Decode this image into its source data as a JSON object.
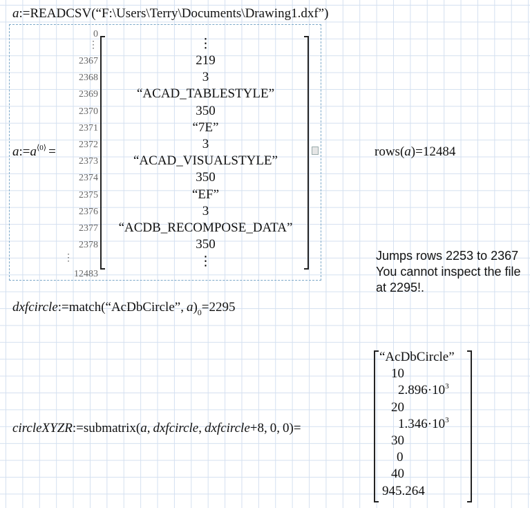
{
  "line1": {
    "var": "a",
    "assign": ":=",
    "func": "READCSV",
    "arg": "“F:\\Users\\Terry\\Documents\\Drawing1.dxf”"
  },
  "matrix_expr": {
    "lhs": "a",
    "assign": ":=",
    "rhs_var": "a",
    "sup": "⟨0⟩",
    "equals": "="
  },
  "matrix": {
    "top_index": "0",
    "top_index_dots": "⋮",
    "top_value": "⋮",
    "rows": [
      {
        "index": "2367",
        "value": "219"
      },
      {
        "index": "2368",
        "value": "3"
      },
      {
        "index": "2369",
        "value": "“ACAD_TABLESTYLE”"
      },
      {
        "index": "2370",
        "value": "350"
      },
      {
        "index": "2371",
        "value": "“7E”"
      },
      {
        "index": "2372",
        "value": "3"
      },
      {
        "index": "2373",
        "value": "“ACAD_VISUALSTYLE”"
      },
      {
        "index": "2374",
        "value": "350"
      },
      {
        "index": "2375",
        "value": "“EF”"
      },
      {
        "index": "2376",
        "value": "3"
      },
      {
        "index": "2377",
        "value": "“ACDB_RECOMPOSE_DATA”"
      },
      {
        "index": "2378",
        "value": "350"
      }
    ],
    "bottom_index_dots": "⋮",
    "bottom_value": "⋮",
    "last_index": "12483"
  },
  "rows_expr": {
    "func": "rows",
    "arg": "a",
    "equals": "=",
    "result": "12484"
  },
  "note": [
    "Jumps rows 2253 to 2367",
    "You cannot inspect the file",
    "at 2295!."
  ],
  "match_expr": {
    "lhs": "dxfcircle",
    "assign": ":=",
    "func": "match",
    "arg1": "“AcDbCircle”",
    "arg2": "a",
    "sub": "0",
    "equals": "=",
    "result": "2295"
  },
  "submatrix_expr": {
    "lhs": "circleXYZR",
    "assign": ":=",
    "func": "submatrix",
    "arg_a": "a",
    "arg_start": "dxfcircle",
    "arg_end_var": "dxfcircle",
    "arg_end_rest": "+8",
    "arg_rest": "0",
    "arg_rest2": "0",
    "equals": "="
  },
  "result_matrix": [
    {
      "mantissa": "“AcDbCircle”",
      "exp": ""
    },
    {
      "mantissa": "10",
      "exp": ""
    },
    {
      "mantissa": "2.896·10",
      "exp": "3"
    },
    {
      "mantissa": "20",
      "exp": ""
    },
    {
      "mantissa": "1.346·10",
      "exp": "3"
    },
    {
      "mantissa": "30",
      "exp": ""
    },
    {
      "mantissa": "0",
      "exp": ""
    },
    {
      "mantissa": "40",
      "exp": ""
    },
    {
      "mantissa": "945.264",
      "exp": ""
    }
  ]
}
